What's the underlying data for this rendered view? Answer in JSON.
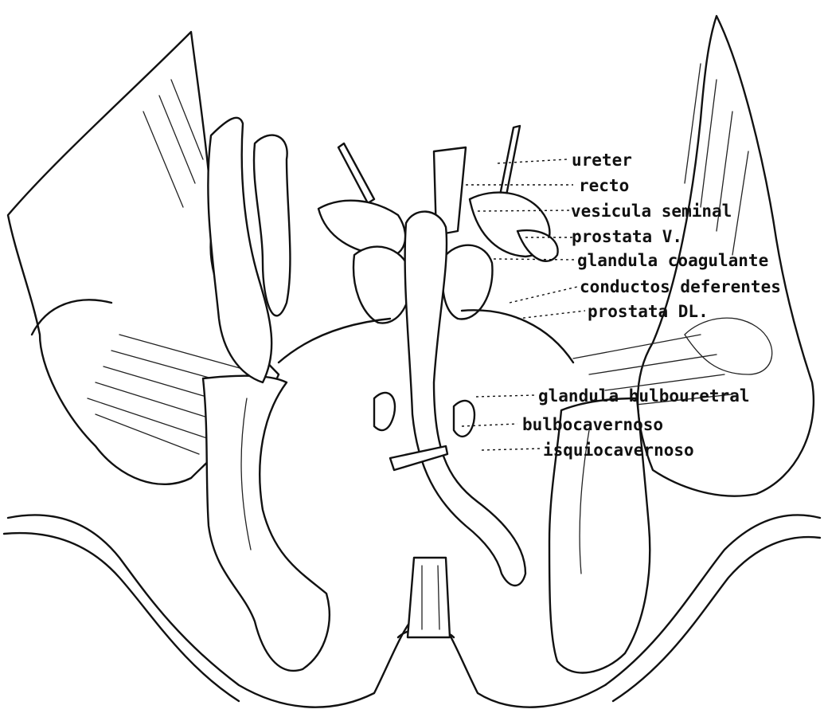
{
  "labels": {
    "ureter": "ureter",
    "recto": "recto",
    "vesicula_seminal": "vesicula seminal",
    "prostata_v": "prostata V.",
    "glandula_coagulante": "glandula coagulante",
    "conductos_deferentes": "conductos deferentes",
    "prostata_dl": "prostata DL.",
    "glandula_bulbouretral": "glandula bulbouretral",
    "bulbocavernoso": "bulbocavernoso",
    "isquiocavernoso": "isquiocavernoso"
  },
  "style": {
    "ink": "#111111",
    "paper": "#ffffff"
  }
}
